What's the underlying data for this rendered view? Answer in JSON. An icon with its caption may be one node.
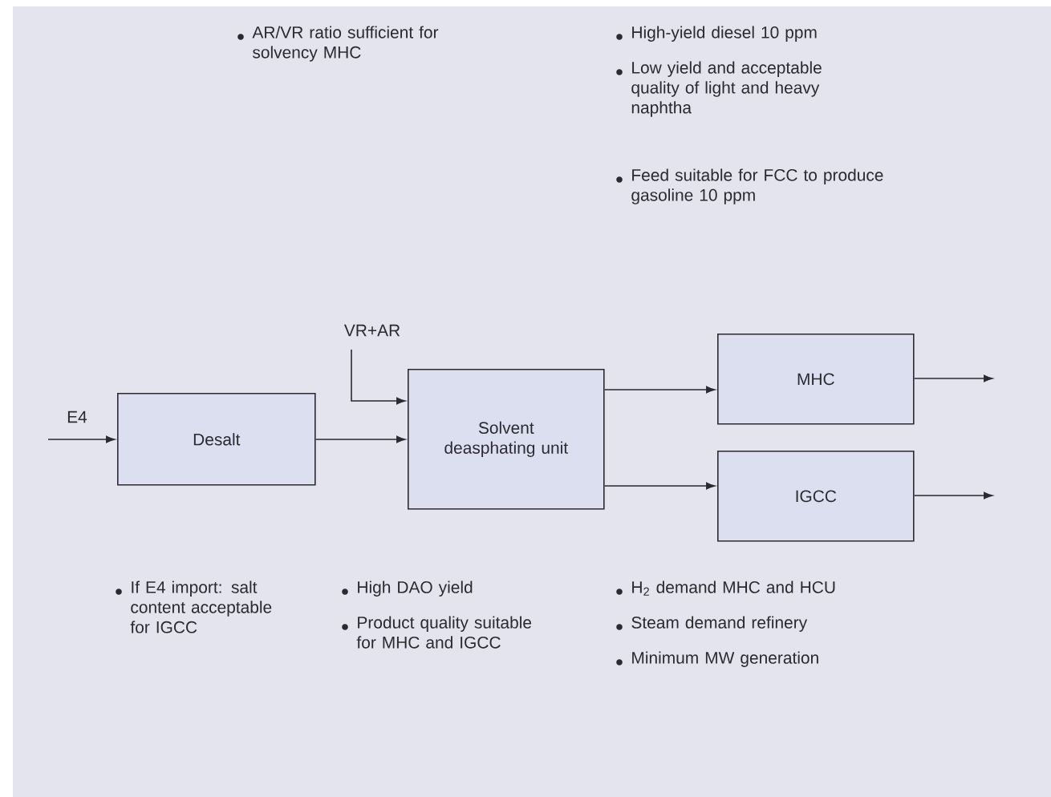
{
  "diagram": {
    "nodes": [
      {
        "text": [
          "Desalt"
        ]
      },
      {
        "text": [
          "Solvent deasphating unit"
        ]
      },
      {
        "text": [
          "MHC"
        ]
      },
      {
        "text": [
          "IGCC"
        ]
      }
    ],
    "edges": [
      {
        "from": null,
        "to": 0,
        "arrow": "to",
        "label": "E4"
      },
      {
        "from": null,
        "to": 1,
        "arrow": "to",
        "label": "VR+AR"
      },
      {
        "from": 0,
        "to": 1,
        "arrow": "to"
      },
      {
        "from": 1,
        "to": 2,
        "arrow": "to"
      },
      {
        "from": 1,
        "to": 3,
        "arrow": "to"
      },
      {
        "from": 2,
        "to": null,
        "arrow": "to"
      },
      {
        "from": 3,
        "to": null,
        "arrow": "to"
      }
    ],
    "labels": [
      "AR/VR ratio sufficient for solvency MHC",
      "High-yield diesel 10 ppm",
      "Low yield and acceptable quality of light and heavy naphtha",
      "Feed suitable for FCC to produce gasoline 10 ppm",
      "If E4 import: salt content acceptable for IGCC",
      "High DAO yield",
      "Product quality suitable for MHC and IGCC",
      "H$_{2}$ demand MHC and HCU",
      "Steam demand refinery",
      "Minimum MW generation"
    ]
  }
}
